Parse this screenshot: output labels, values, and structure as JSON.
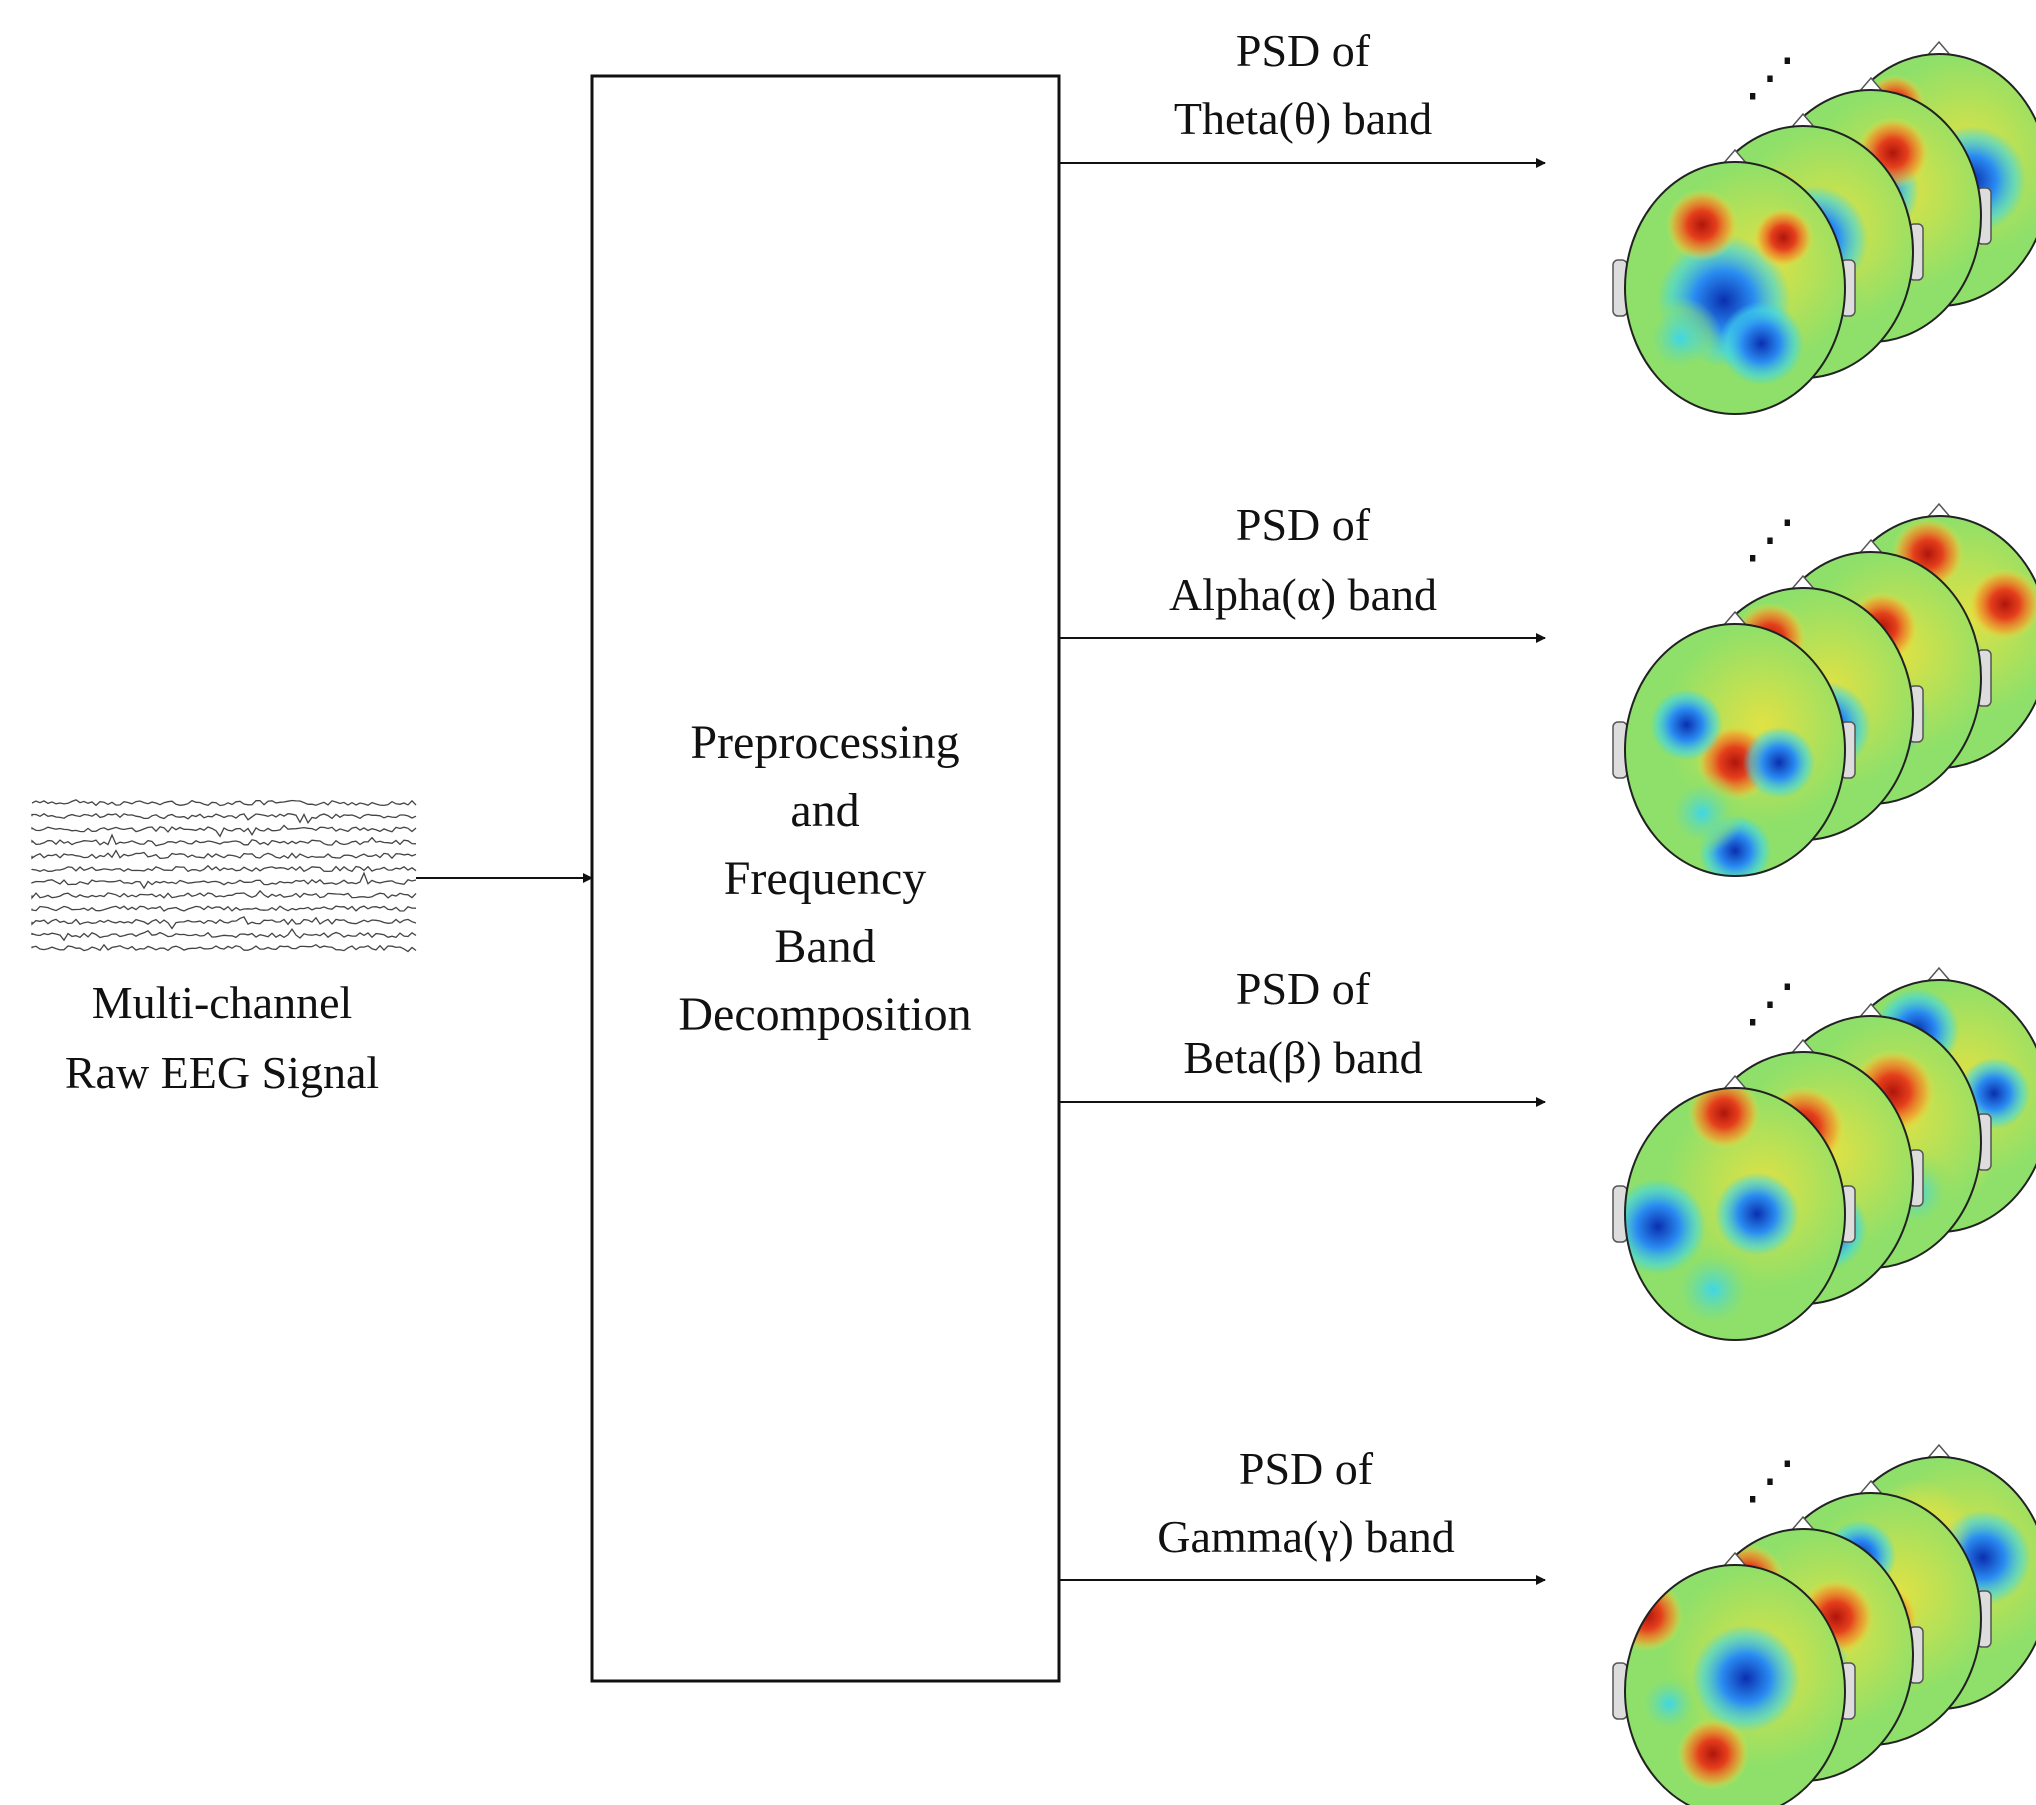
{
  "input": {
    "label_line1": "Multi-channel",
    "label_line2": "Raw EEG Signal",
    "channel_count": 12
  },
  "process": {
    "lines": [
      "Preprocessing",
      "and",
      "Frequency",
      "Band",
      "Decomposition"
    ]
  },
  "bands": [
    {
      "line1": "PSD of",
      "line2": "Theta(θ) band",
      "map_count": 4,
      "more": "⋰"
    },
    {
      "line1": "PSD of",
      "line2": "Alpha(α) band",
      "map_count": 4,
      "more": "⋰"
    },
    {
      "line1": "PSD of",
      "line2": "Beta(β) band",
      "map_count": 4,
      "more": "⋰"
    },
    {
      "line1": "PSD of",
      "line2": "Gamma(γ) band",
      "map_count": 4,
      "more": "⋰"
    }
  ],
  "colors": {
    "line": "#111111",
    "map_deep_blue": "#0a2fb0",
    "map_blue": "#2a8cf2",
    "map_cyan": "#3fd6e8",
    "map_green": "#8ee06a",
    "map_yellow": "#f5e23a",
    "map_orange": "#f39a2a",
    "map_red": "#d62a1a",
    "ear": "#dddddd"
  }
}
